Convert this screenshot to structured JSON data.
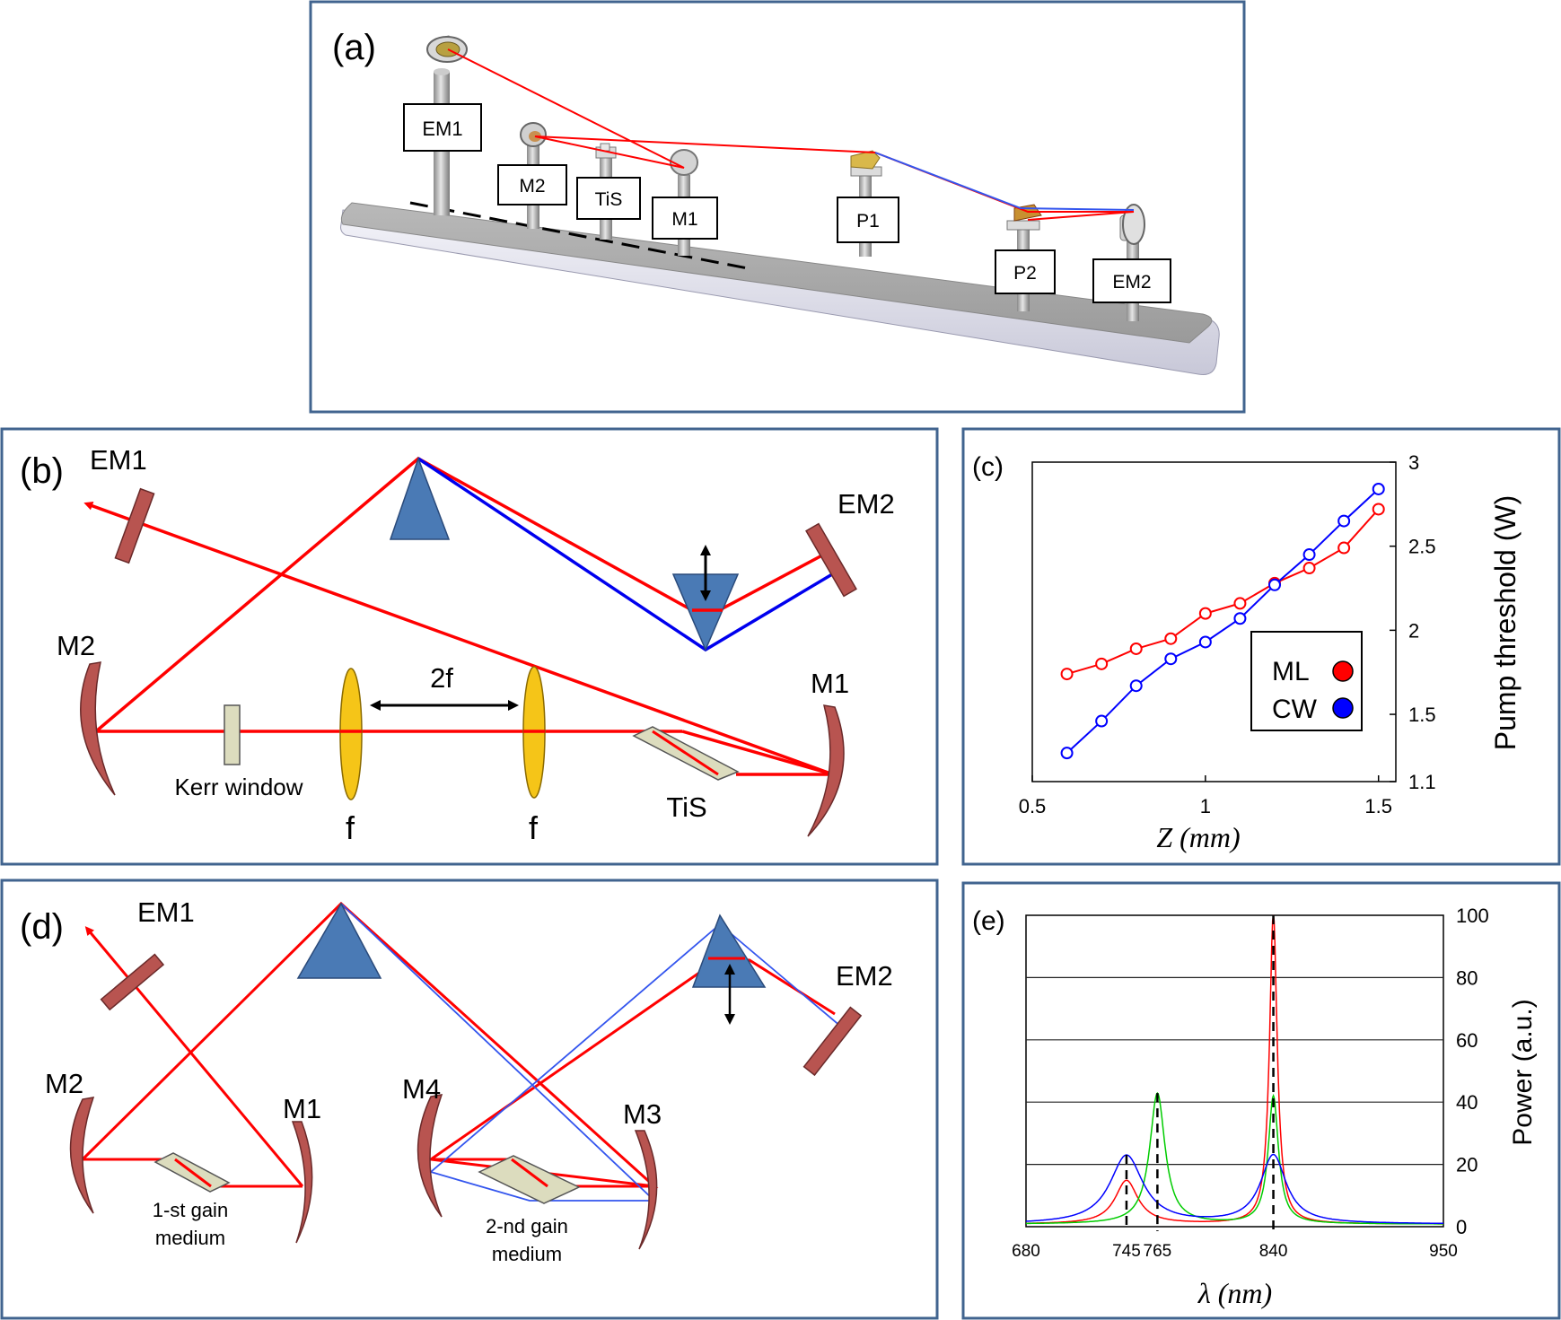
{
  "panel_a": {
    "tag": "(a)",
    "labels": {
      "em1": "EM1",
      "m2": "M2",
      "tis": "TiS",
      "m1": "M1",
      "p1": "P1",
      "p2": "P2",
      "em2": "EM2"
    }
  },
  "panel_b": {
    "tag": "(b)",
    "labels": {
      "em1": "EM1",
      "em2": "EM2",
      "m2": "M2",
      "m1": "M1",
      "two_f": "2f",
      "f_left": "f",
      "f_right": "f",
      "kerr": "Kerr window",
      "tis": "TiS"
    }
  },
  "panel_d": {
    "tag": "(d)",
    "labels": {
      "em1": "EM1",
      "em2": "EM2",
      "m2": "M2",
      "m1": "M1",
      "m4": "M4",
      "m3": "M3",
      "gain1_line1": "1-st gain",
      "gain1_line2": "medium",
      "gain2_line1": "2-nd gain",
      "gain2_line2": "medium"
    }
  },
  "colors": {
    "beam_red": "#ff0000",
    "beam_blue": "#2233dd",
    "prism": "#4a7ab5",
    "mirror": "#b85450",
    "lens": "#f5c518",
    "crystal": "#dcdcbe",
    "frame": "#41648f"
  },
  "chart_data": [
    {
      "type": "line",
      "tag": "(c)",
      "x_label_main": "Z",
      "x_label_unit": "mm",
      "ylabel": "Pump threshold (W)",
      "xlim": [
        0.5,
        1.55
      ],
      "ylim": [
        1.1,
        3
      ],
      "xticks": [
        "0.5",
        "1",
        "1.5"
      ],
      "yticks": [
        "1.1",
        "1.5",
        "2",
        "2.5",
        "3"
      ],
      "legend_position": "lower-right",
      "series": [
        {
          "name": "ML",
          "color": "#ff0000",
          "x": [
            0.6,
            0.7,
            0.8,
            0.9,
            1.0,
            1.1,
            1.2,
            1.3,
            1.4,
            1.5
          ],
          "y": [
            1.74,
            1.8,
            1.89,
            1.95,
            2.1,
            2.16,
            2.28,
            2.37,
            2.49,
            2.72
          ]
        },
        {
          "name": "CW",
          "color": "#0000ff",
          "x": [
            0.6,
            0.7,
            0.8,
            0.9,
            1.0,
            1.1,
            1.2,
            1.3,
            1.4,
            1.5
          ],
          "y": [
            1.27,
            1.46,
            1.67,
            1.83,
            1.93,
            2.07,
            2.27,
            2.45,
            2.65,
            2.84
          ]
        }
      ]
    },
    {
      "type": "line",
      "tag": "(e)",
      "x_label_main": "λ",
      "x_label_unit": "nm",
      "ylabel": "Power (a.u.)",
      "xlim": [
        680,
        950
      ],
      "ylim": [
        0,
        100
      ],
      "xticks": [
        "680",
        "745",
        "765",
        "840",
        "950"
      ],
      "yticks": [
        "0",
        "20",
        "40",
        "60",
        "80",
        "100"
      ],
      "grid": "horizontal",
      "marked_wavelengths": [
        745,
        765,
        840
      ],
      "series": [
        {
          "color": "#ff0000",
          "peaks": [
            {
              "x": 745,
              "h": 14,
              "w": 9
            },
            {
              "x": 840,
              "h": 100,
              "w": 3
            }
          ]
        },
        {
          "color": "#00cc00",
          "peaks": [
            {
              "x": 765,
              "h": 42,
              "w": 6
            },
            {
              "x": 840,
              "h": 41,
              "w": 4
            }
          ]
        },
        {
          "color": "#0000ff",
          "peaks": [
            {
              "x": 745,
              "h": 22,
              "w": 13
            },
            {
              "x": 840,
              "h": 22,
              "w": 10
            }
          ]
        }
      ]
    }
  ]
}
